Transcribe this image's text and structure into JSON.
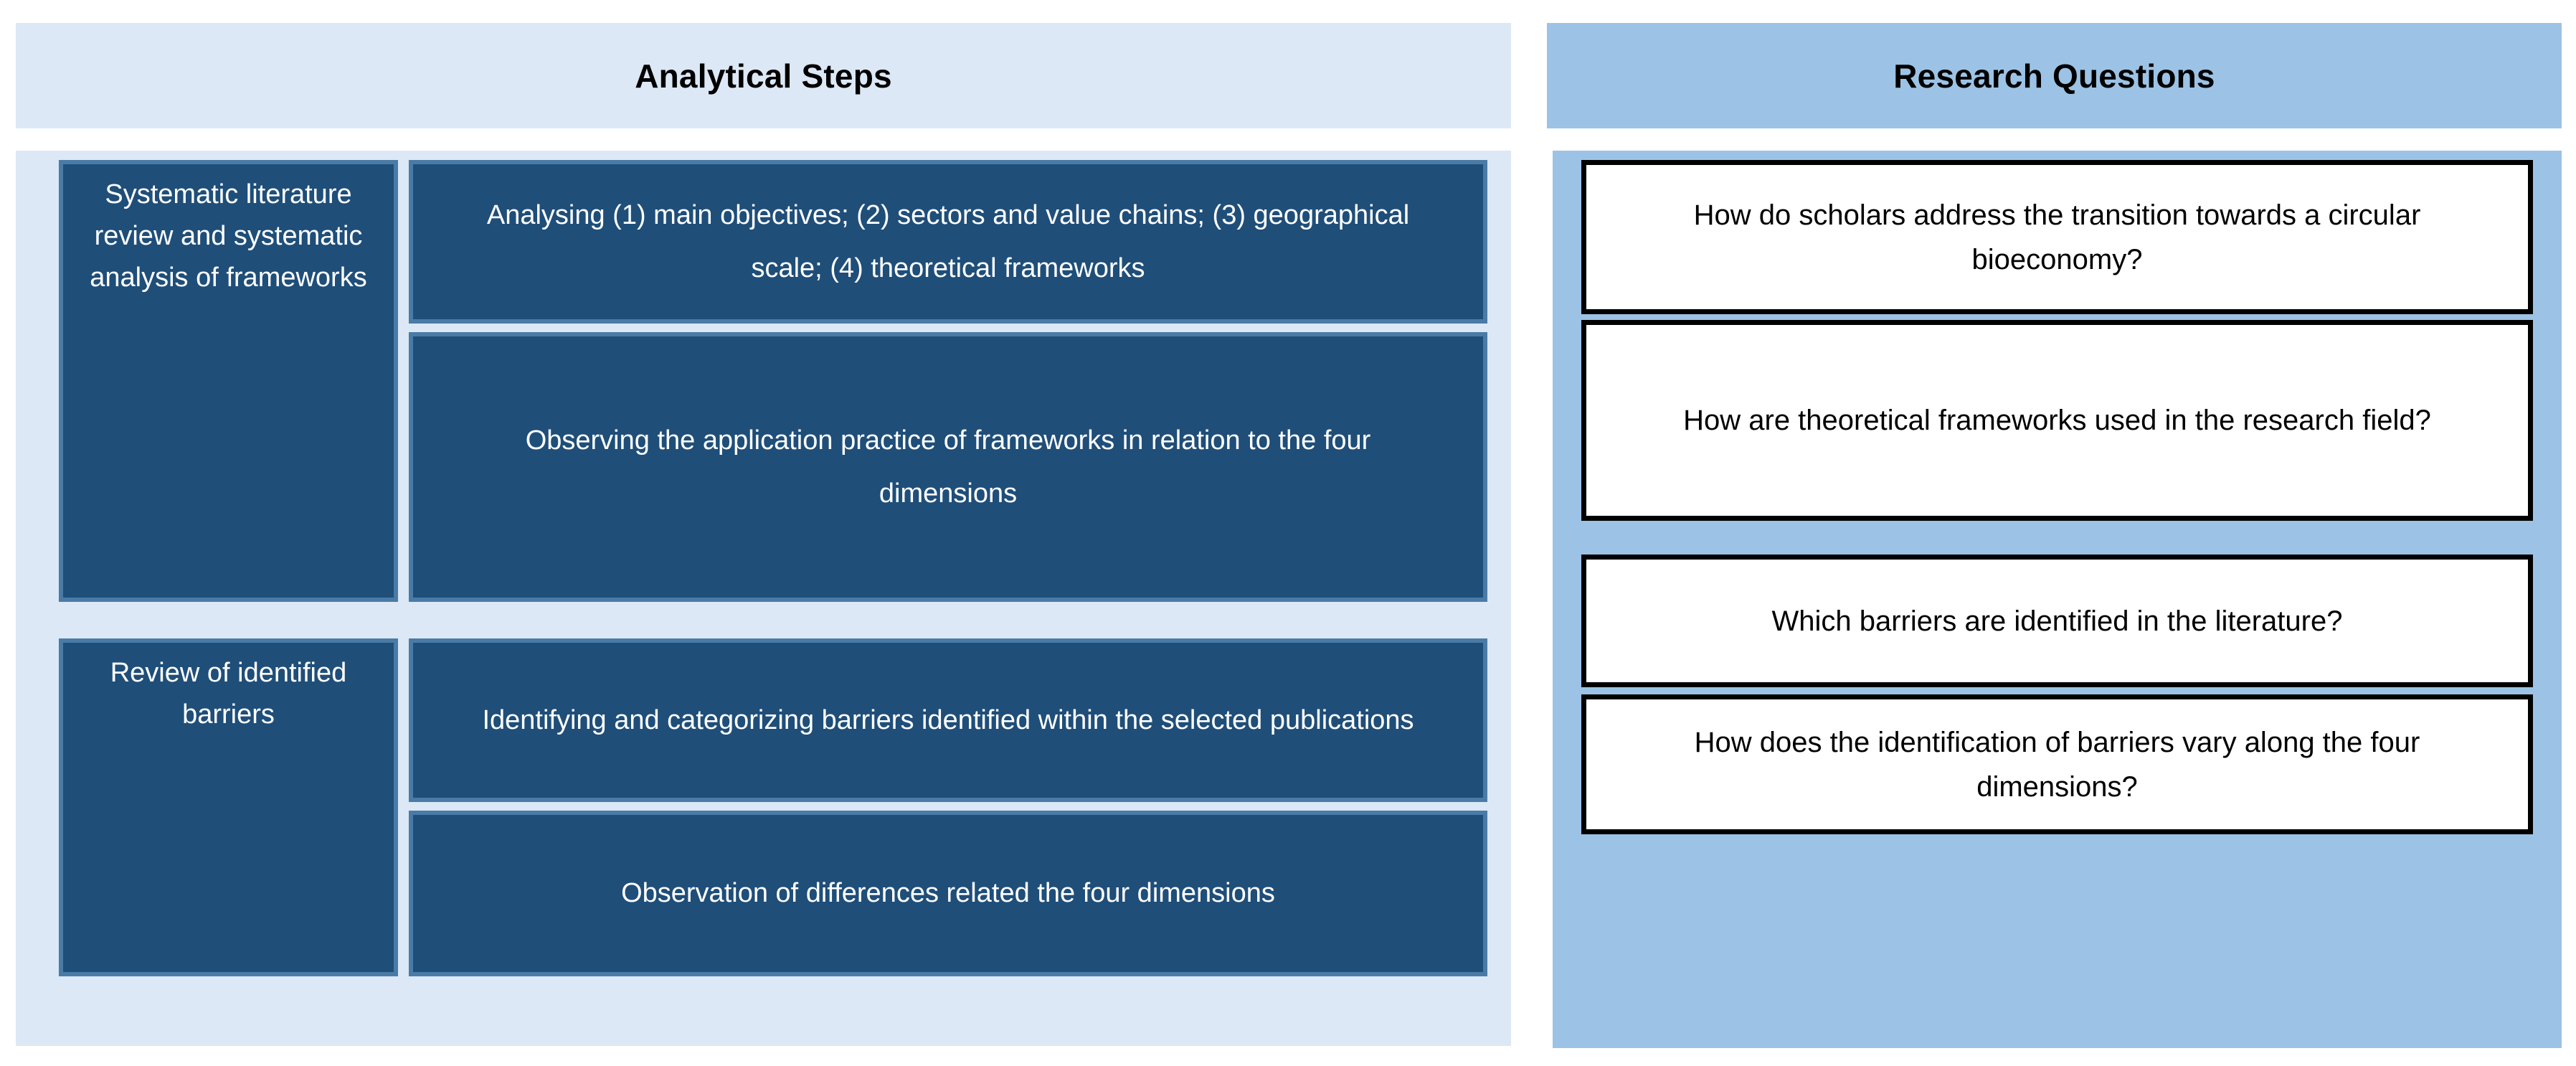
{
  "columns": {
    "analytical": {
      "title": "Analytical Steps",
      "header_bg": "#dce8f5",
      "panel_bg": "#dce8f5",
      "box_fill": "#1f4e79",
      "box_border": "#4a7ba7",
      "text_color": "#ffffff"
    },
    "research": {
      "title": "Research Questions",
      "header_bg": "#9cc3e5",
      "panel_bg": "#9cc3e5",
      "box_fill": "#ffffff",
      "box_border": "#000000",
      "text_color": "#000000"
    }
  },
  "analytical_steps": [
    {
      "group_label": "Systematic literature review and systematic analysis of frameworks",
      "items": [
        "Analysing (1) main objectives; (2) sectors and value chains; (3) geographical scale; (4) theoretical frameworks",
        "Observing the application practice of frameworks in relation to the four dimensions"
      ]
    },
    {
      "group_label": "Review of identified barriers",
      "items": [
        "Identifying and categorizing barriers identified within the selected publications",
        "Observation of differences related the four dimensions"
      ]
    }
  ],
  "research_questions": [
    "How do scholars address the transition towards a circular bioeconomy?",
    "How are theoretical frameworks used in the research field?",
    "Which barriers are identified in the literature?",
    "How does the identification of barriers vary along the four dimensions?"
  ]
}
